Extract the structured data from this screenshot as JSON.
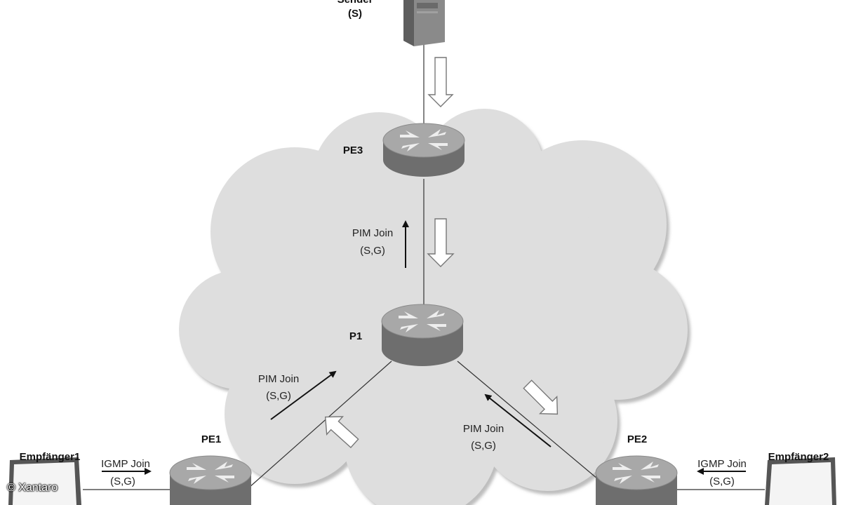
{
  "nodes": {
    "sender_top": "Sender",
    "sender_sub": "(S)",
    "pe3": "PE3",
    "p1": "P1",
    "pe1": "PE1",
    "pe2": "PE2",
    "receiver1": "Empfänger1",
    "receiver2": "Empfänger2"
  },
  "messages": {
    "pim_pe3": {
      "line1": "PIM Join",
      "line2": "(S,G)"
    },
    "pim_pe1": {
      "line1": "PIM Join",
      "line2": "(S,G)"
    },
    "pim_pe2": {
      "line1": "PIM Join",
      "line2": "(S,G)"
    },
    "igmp_left": {
      "line1": "IGMP Join",
      "line2": "(S,G)"
    },
    "igmp_right": {
      "line1": "IGMP Join",
      "line2": "(S,G)"
    }
  },
  "credit": "© Xantaro",
  "colors": {
    "cloud": "#dcdcdc",
    "cloud_edge": "#bdbdbd",
    "router_top": "#a8a8a8",
    "router_side": "#6e6e6e",
    "line": "#333333"
  }
}
